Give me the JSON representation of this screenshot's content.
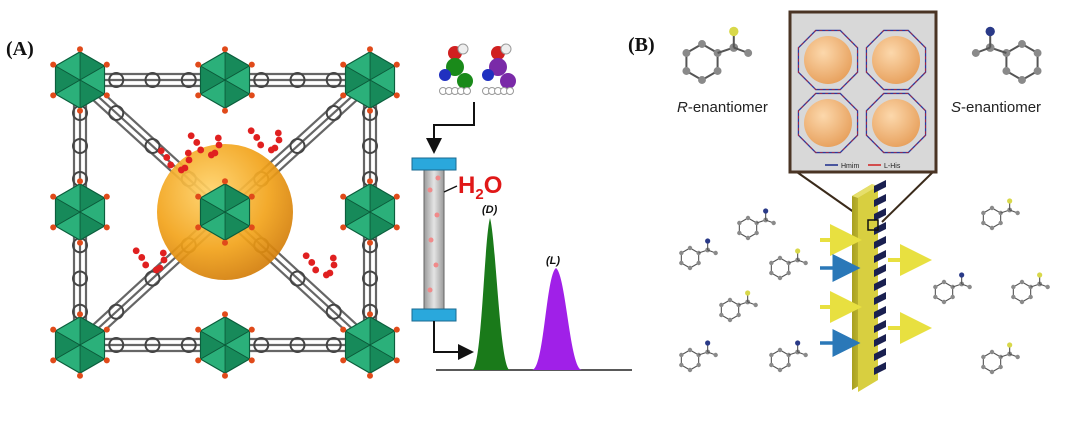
{
  "panel_a": {
    "label": "(A)",
    "solvent_label": "H",
    "solvent_sub": "2",
    "solvent_tail": "O",
    "peak_d_label": "(D)",
    "peak_l_label": "(L)",
    "colors": {
      "cluster": "#1f9e6b",
      "cluster_dark": "#0f6e48",
      "linker": "#555555",
      "guest": "#e02020",
      "sphere": "#f2a31a",
      "column_cap": "#2aa8dc",
      "column_body": "#c8c8c8",
      "peak_d": "#1a7a1a",
      "peak_l": "#a020e8",
      "solvent_text": "#e01818"
    }
  },
  "panel_b": {
    "label": "(B)",
    "r_prefix": "R",
    "r_suffix": "-enantiomer",
    "s_prefix": "S",
    "s_suffix": "-enantiomer",
    "legend_hmim": "Hmim",
    "legend_lhis": "L-His",
    "colors": {
      "membrane": "#c9c233",
      "membrane_side": "#8f8a10",
      "stripe": "#1a2050",
      "arrow_yellow": "#e8e040",
      "arrow_blue": "#2a78b8",
      "cage": "#f0b070",
      "atom_yellow": "#d8d84a",
      "atom_blue": "#2a3a88",
      "atom_grey": "#8a8a8a"
    }
  }
}
